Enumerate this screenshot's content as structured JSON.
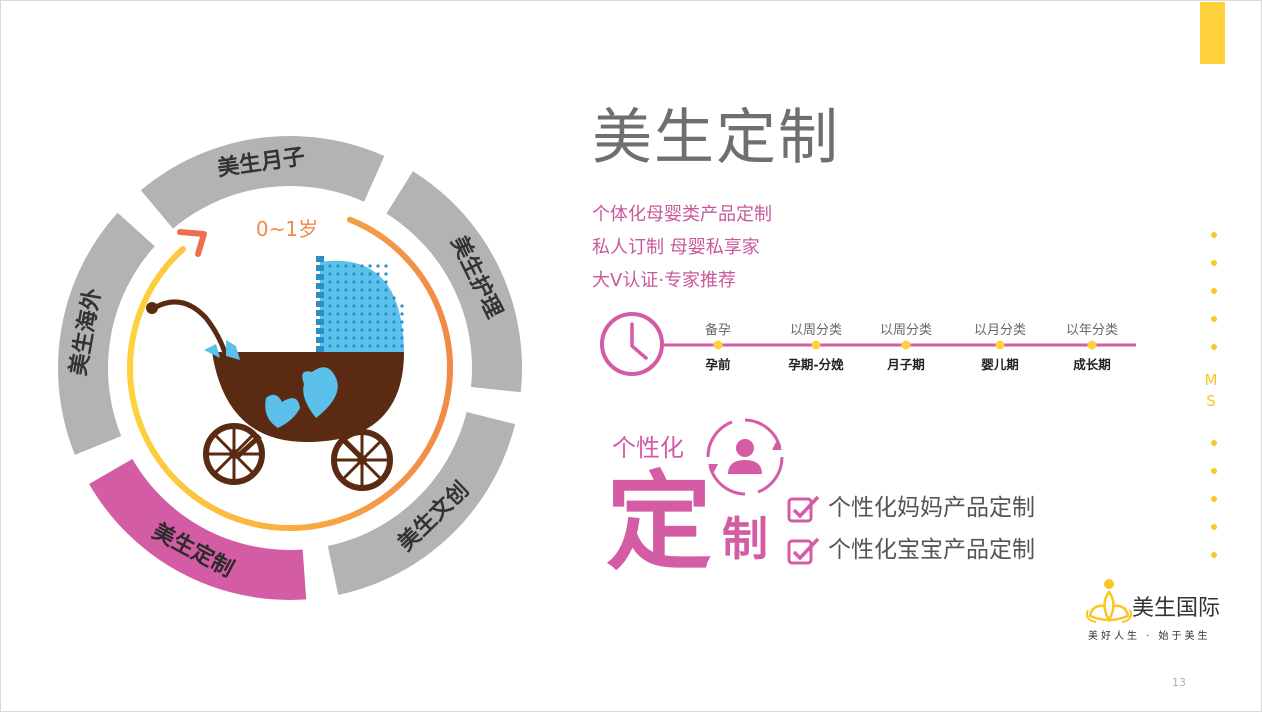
{
  "wheel": {
    "segments": [
      {
        "label": "美生月子",
        "active": false
      },
      {
        "label": "美生护理",
        "active": false
      },
      {
        "label": "美生文创",
        "active": false
      },
      {
        "label": "美生定制",
        "active": true
      },
      {
        "label": "美生海外",
        "active": false
      }
    ],
    "age_label": "0~1岁"
  },
  "colors": {
    "segment_gray": "#b3b3b3",
    "segment_active": "#d45ca5",
    "accent_pink": "#d45ca5",
    "text_pink": "#c9589a",
    "accent_yellow": "#ffd23c",
    "arc_orange": "#f08a48",
    "title_gray": "#6f6f6f",
    "stroller_brown": "#5b2a12",
    "stroller_blue": "#5bc0ea"
  },
  "title": "美生定制",
  "subtitles": [
    "个体化母婴类产品定制",
    "私人订制 母婴私享家",
    "大V认证·专家推荐"
  ],
  "timeline": {
    "icon": "clock-icon",
    "stages": [
      {
        "top": "备孕",
        "bottom": "孕前"
      },
      {
        "top": "以周分类",
        "bottom": "孕期-分娩"
      },
      {
        "top": "以周分类",
        "bottom": "月子期"
      },
      {
        "top": "以月分类",
        "bottom": "婴儿期"
      },
      {
        "top": "以年分类",
        "bottom": "成长期"
      }
    ]
  },
  "side_letters": [
    "M",
    "S"
  ],
  "custom": {
    "label": "个性化",
    "big_char": "定",
    "small_char": "制",
    "icon": "user-cycle-icon",
    "items": [
      "个性化妈妈产品定制",
      "个性化宝宝产品定制"
    ]
  },
  "logo": {
    "name": "美生国际",
    "slogan": "美好人生 · 始于美生",
    "icon": "lotus-logo-icon"
  },
  "page_number": "13"
}
